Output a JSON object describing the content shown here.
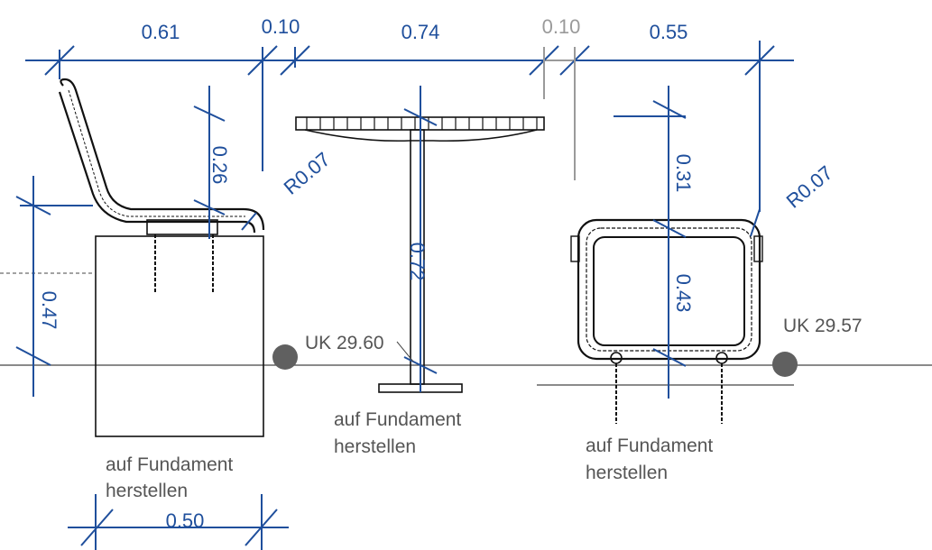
{
  "dimensions": {
    "seat_depth": "0.61",
    "gap_left": "0.10",
    "table_width": "0.74",
    "gap_right": "0.10",
    "bench_width": "0.55",
    "backrest_height": "0.26",
    "radius_left": "R0.07",
    "seat_height": "0.47",
    "table_height": "0.72",
    "bench_top_height": "0.31",
    "radius_right": "R0.07",
    "bench_height": "0.43",
    "foundation_width": "0.50"
  },
  "levels": {
    "table_level": "UK 29.60",
    "bench_level": "UK 29.57"
  },
  "notes": {
    "left_line1": "auf Fundament",
    "left_line2": "herstellen",
    "middle_line1": "auf Fundament",
    "middle_line2": "herstellen",
    "right_line1": "auf Fundament",
    "right_line2": "herstellen"
  },
  "colors": {
    "dimension": "#1f4f9c",
    "inactive_dimension": "#9a9a9a",
    "outline": "#111111",
    "level_marker": "#606060"
  }
}
